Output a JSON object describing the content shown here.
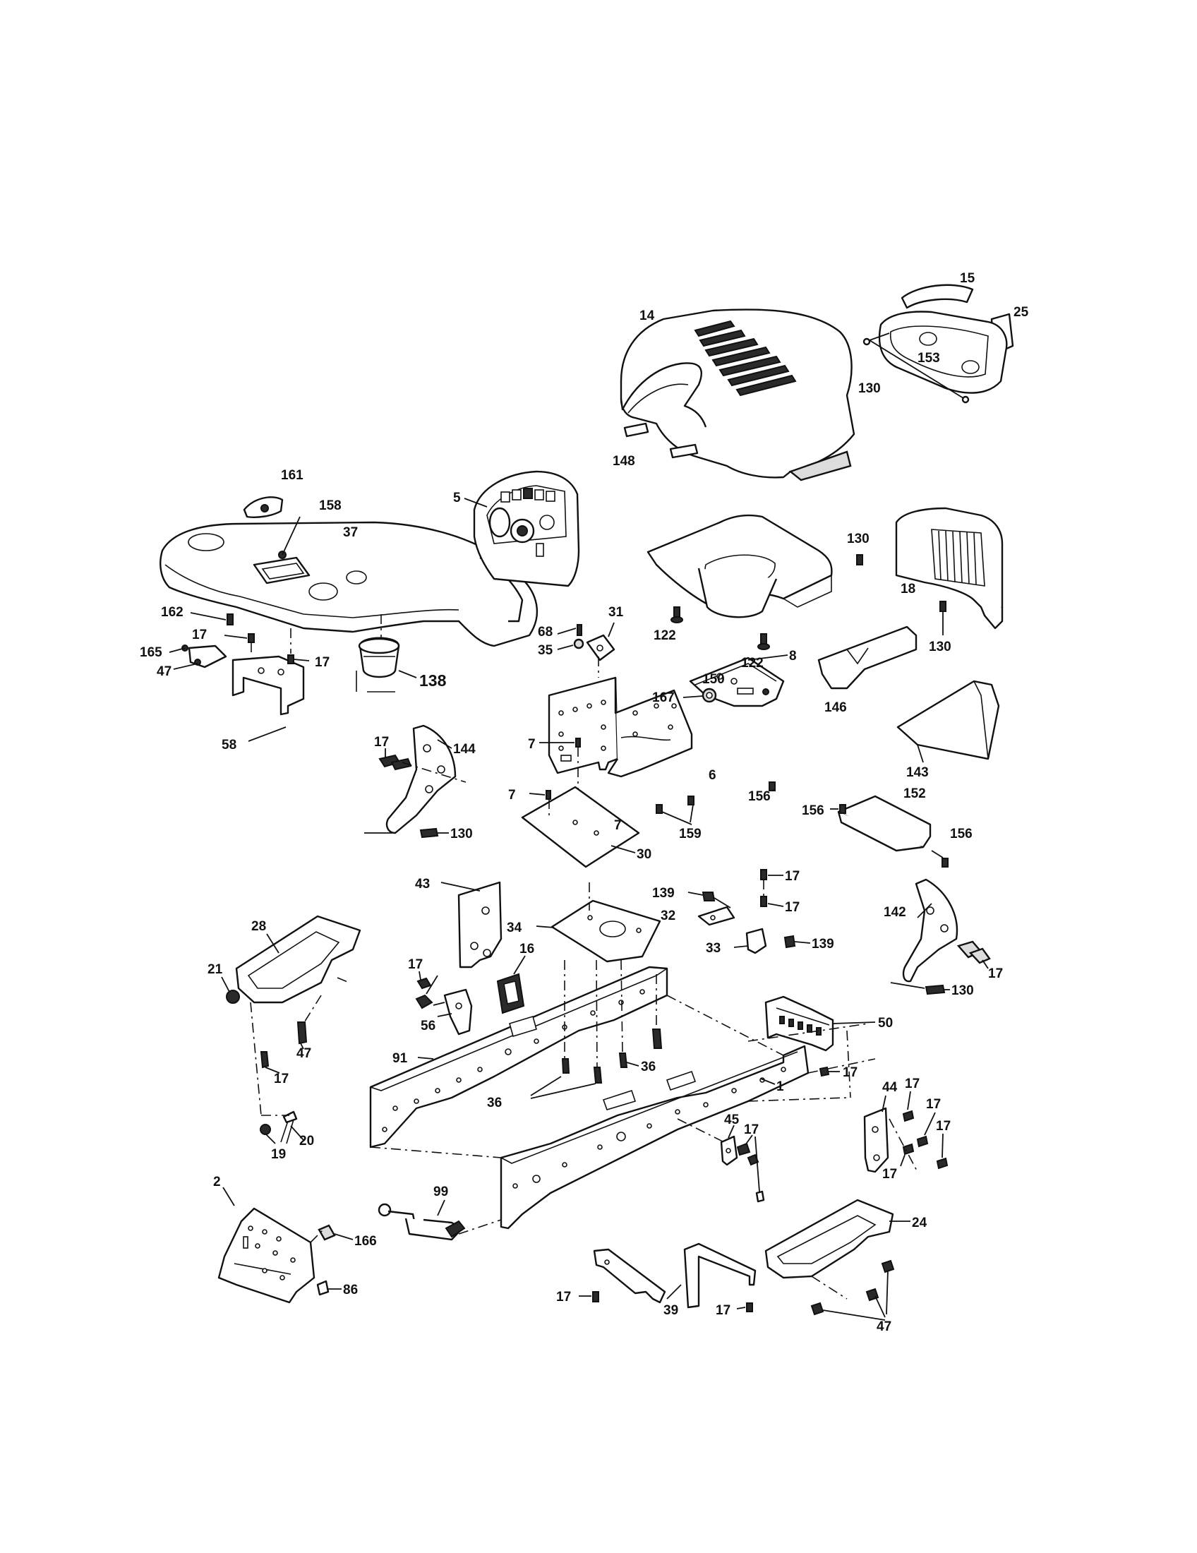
{
  "callouts": {
    "c14": "14",
    "c15": "15",
    "c25": "25",
    "c153": "153",
    "c130a": "130",
    "c148": "148",
    "c161": "161",
    "c158": "158",
    "c37": "37",
    "c162": "162",
    "c17a": "17",
    "c165": "165",
    "c47a": "47",
    "c17b": "17",
    "c138": "138",
    "c58": "58",
    "c5": "5",
    "c68": "68",
    "c31": "31",
    "c35": "35",
    "c122a": "122",
    "c150": "150",
    "c122b": "122",
    "c130b": "130",
    "c18": "18",
    "c130c": "130",
    "c146": "146",
    "c143": "143",
    "c167": "167",
    "c8": "8",
    "c7a": "7",
    "c6": "6",
    "c156a": "156",
    "c7b": "7",
    "c7c": "7",
    "c159": "159",
    "c30": "30",
    "c156b": "156",
    "c152": "152",
    "c156c": "156",
    "c17c": "17",
    "c144": "144",
    "c130d": "130",
    "c43": "43",
    "c34": "34",
    "c139a": "139",
    "c17d": "17",
    "c32": "32",
    "c17e": "17",
    "c33": "33",
    "c139b": "139",
    "c142": "142",
    "c17f": "17",
    "c130e": "130",
    "c28": "28",
    "c21": "21",
    "c17g": "17",
    "c16": "16",
    "c56": "56",
    "c47b": "47",
    "c50": "50",
    "c91": "91",
    "c36a": "36",
    "c17h": "17",
    "c44": "44",
    "c17i": "17",
    "c17j": "17",
    "c17k": "17",
    "c17l": "17",
    "c1": "1",
    "c36b": "36",
    "c17m": "17",
    "c19": "19",
    "c20": "20",
    "c45": "45",
    "c17n": "17",
    "c99": "99",
    "c2": "2",
    "c166": "166",
    "c24": "24",
    "c86": "86",
    "c17o": "17",
    "c39": "39",
    "c17p": "17",
    "c47c": "47"
  }
}
